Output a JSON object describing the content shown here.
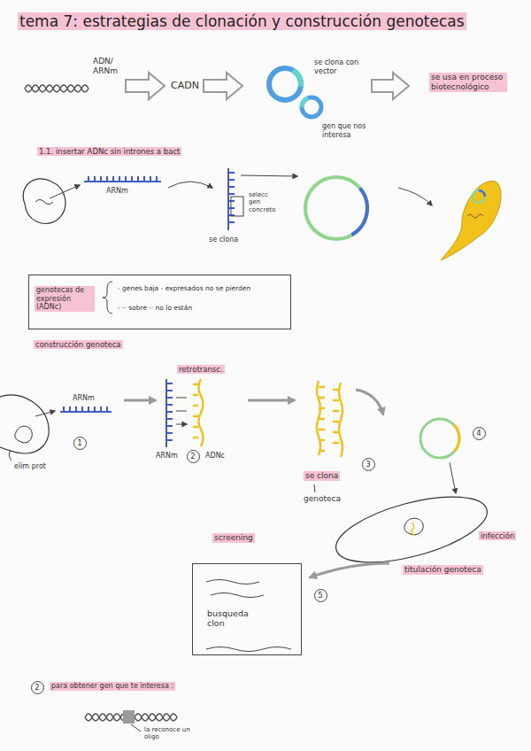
{
  "diagram": {
    "title": "tema 7: estrategias de clonación y construcción genotecas",
    "nodes": [
      {
        "text": [
          "genotecas de expresión (ADNc)",
          "- genes baja - expresados no se pierden",
          "- ·· sobre ·· no lo están"
        ]
      },
      {
        "text": [
          "1"
        ]
      },
      {
        "text": [
          "2"
        ]
      },
      {
        "text": [
          "3"
        ]
      },
      {
        "text": [
          "4"
        ]
      },
      {
        "text": [
          "busqueda clon"
        ]
      },
      {
        "text": [
          "5"
        ]
      },
      {
        "text": [
          "2"
        ]
      }
    ],
    "labels": [
      "ADN/ ARNm",
      "CADN",
      "se clona con vector",
      "gen que nos interesa",
      "se usa en proceso biotecnológico",
      "1.1. insertar ADNc sin intrones a bact",
      "ARNm",
      "selecc gen concreto",
      "se clona",
      "construcción genoteca",
      "ARNm",
      "elim prot",
      "retrotransc.",
      "ARNm",
      "ADNc",
      "se clona",
      "genoteca",
      "infección",
      "titulación genoteca",
      "screening",
      "para obtener gen que te interesa :",
      "la reconoce un oligo"
    ]
  }
}
